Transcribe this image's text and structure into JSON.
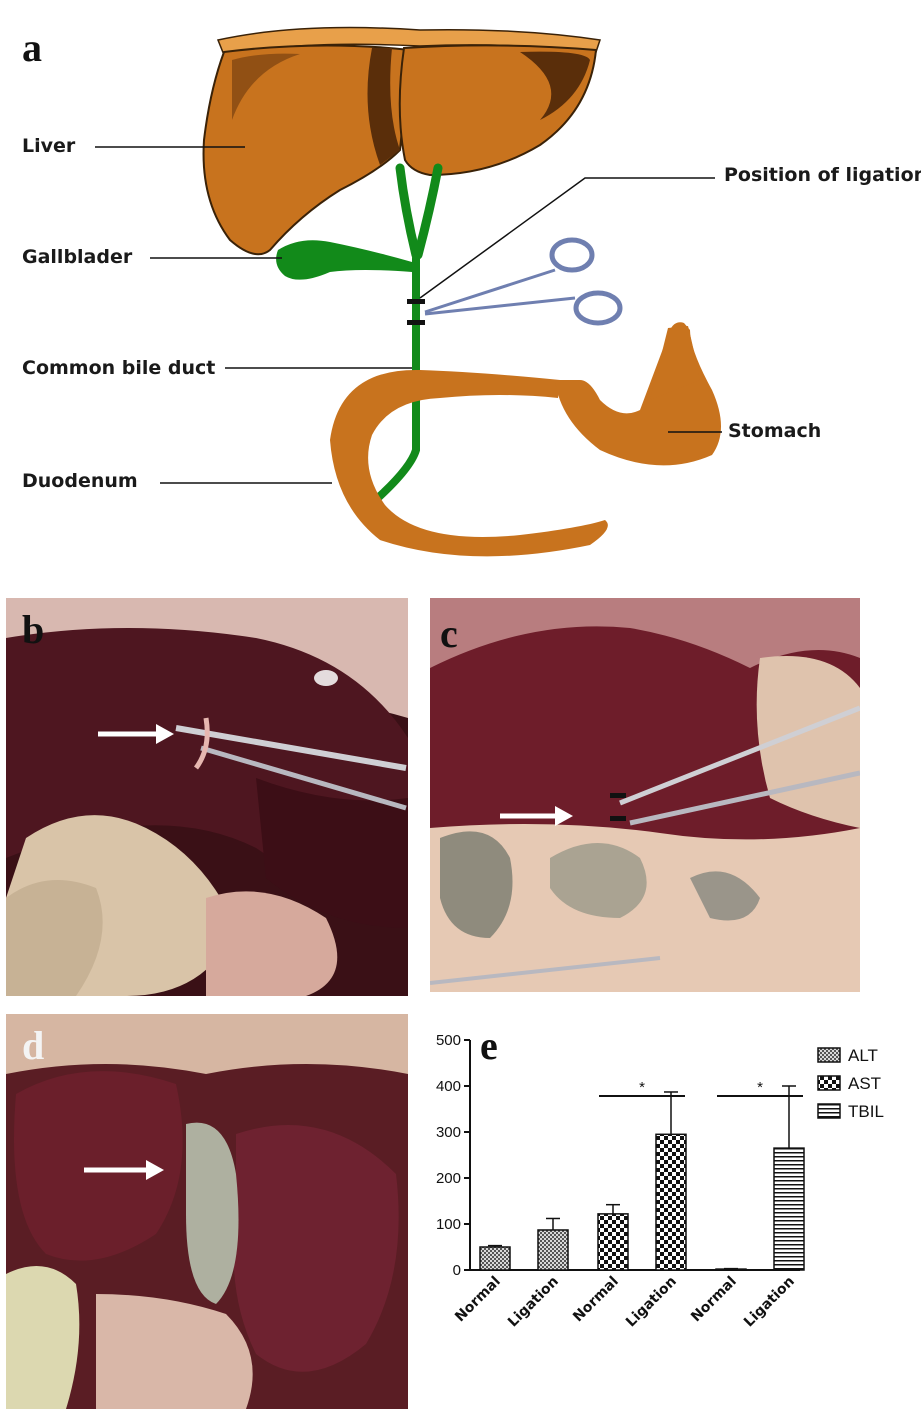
{
  "panel_labels": {
    "a": "a",
    "b": "b",
    "c": "c",
    "d": "d",
    "e": "e"
  },
  "diagram": {
    "labels": {
      "liver": "Liver",
      "gallbladder": "Gallblader",
      "common_bile_duct": "Common bile duct",
      "duodenum": "Duodenum",
      "position_of_ligation": "Position of ligation",
      "stomach": "Stomach"
    }
  },
  "colors": {
    "organ": "#c8731e",
    "organ_dark": "#5a2e0a",
    "organ_light": "#e8a04a",
    "bile": "#128a1a",
    "photo_tissue": "#4a1620"
  },
  "chart_data": {
    "type": "bar",
    "title": "",
    "xlabel": "",
    "ylabel": "",
    "ylim": [
      0,
      500
    ],
    "yticks": [
      0,
      100,
      200,
      300,
      400,
      500
    ],
    "legend": [
      "ALT",
      "AST",
      "TBIL"
    ],
    "legend_position": "top-right",
    "groups": [
      {
        "series": "ALT",
        "categories": [
          "Normal",
          "Ligation"
        ],
        "values": [
          50,
          87
        ],
        "errors": [
          3,
          25
        ]
      },
      {
        "series": "AST",
        "categories": [
          "Normal",
          "Ligation"
        ],
        "values": [
          122,
          295
        ],
        "errors": [
          20,
          92
        ]
      },
      {
        "series": "TBIL",
        "categories": [
          "Normal",
          "Ligation"
        ],
        "values": [
          2,
          265
        ],
        "errors": [
          1,
          135
        ]
      }
    ],
    "significance": [
      {
        "series": "AST",
        "label": "*"
      },
      {
        "series": "TBIL",
        "label": "*"
      }
    ]
  }
}
